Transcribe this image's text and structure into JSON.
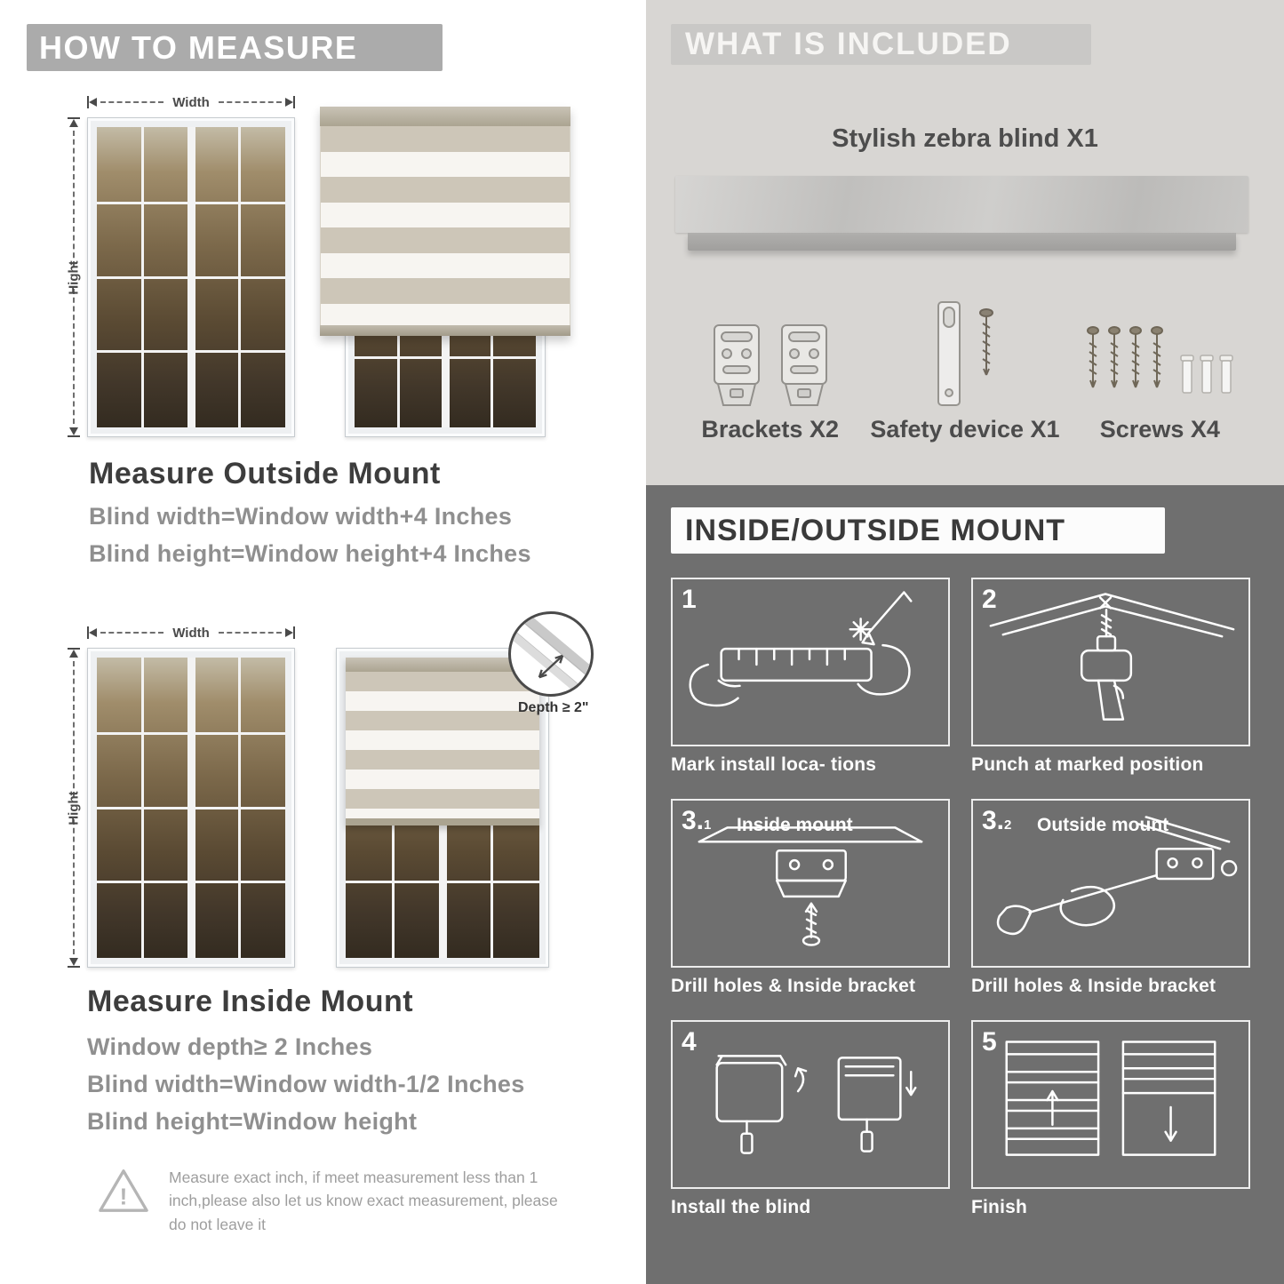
{
  "colors": {
    "banner_gray": "#ababab",
    "heading": "#3d3d3d",
    "body_text": "#8f8f8f",
    "included_bg": "#d8d6d3",
    "mount_bg": "#6f6f6f"
  },
  "left": {
    "header": "HOW TO MEASURE",
    "outside": {
      "width_label": "Width",
      "height_label": "Hight",
      "title": "Measure Outside Mount",
      "lines": [
        "Blind width=Window width+4 Inches",
        "Blind height=Window height+4 Inches"
      ]
    },
    "inside": {
      "width_label": "Width",
      "height_label": "Hight",
      "depth_label": "Depth ≥ 2\"",
      "title": "Measure Inside Mount",
      "lines": [
        "Window depth≥ 2 Inches",
        "Blind width=Window width-1/2 Inches",
        "Blind height=Window height"
      ]
    },
    "note": {
      "icon": "!",
      "text": "Measure exact inch, if meet measurement less than 1 inch,please also let us know exact measurement, please do not leave it"
    }
  },
  "included": {
    "header": "WHAT IS INCLUDED",
    "blind_label": "Stylish zebra blind X1",
    "part_labels": [
      "Brackets X2",
      "Safety device X1",
      "Screws X4"
    ]
  },
  "mount": {
    "header": "INSIDE/OUTSIDE MOUNT",
    "steps": [
      {
        "num": "1",
        "sub": "",
        "title": "",
        "caption": "Mark install loca- tions"
      },
      {
        "num": "2",
        "sub": "",
        "title": "",
        "caption": "Punch at  marked position"
      },
      {
        "num": "3.",
        "sub": "1",
        "title": "Inside mount",
        "caption": "Drill holes &  Inside bracket"
      },
      {
        "num": "3.",
        "sub": "2",
        "title": "Outside mount",
        "caption": "Drill holes &  Inside bracket"
      },
      {
        "num": "4",
        "sub": "",
        "title": "",
        "caption": "Install the blind"
      },
      {
        "num": "5",
        "sub": "",
        "title": "",
        "caption": "Finish"
      }
    ]
  }
}
